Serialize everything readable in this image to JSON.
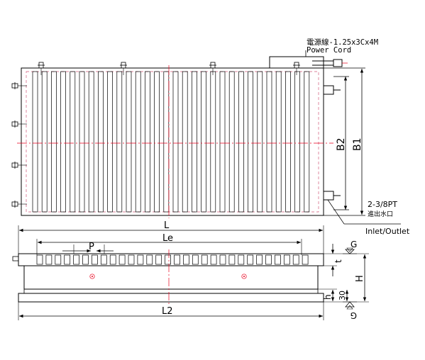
{
  "power_cord": {
    "line1": "電源線-1.25x3Cx4M",
    "line2": "Power Cord"
  },
  "top_view": {
    "dim_b1": "B1",
    "dim_b2": "B2",
    "port_spec": "2-3/8PT",
    "port_cn": "進出水口",
    "port_en": "Inlet/Outlet"
  },
  "side_view": {
    "dim_l": "L",
    "dim_le": "Le",
    "dim_p": "P",
    "dim_t": "t",
    "dim_h": "H",
    "dim_h_small": "h",
    "dim_30": "30",
    "dim_l2": "L2",
    "grade_top": "G",
    "grade_bottom": "G"
  },
  "colors": {
    "outline": "#000000",
    "centerline": "#e8001c",
    "hidden": "#e04a6a"
  }
}
